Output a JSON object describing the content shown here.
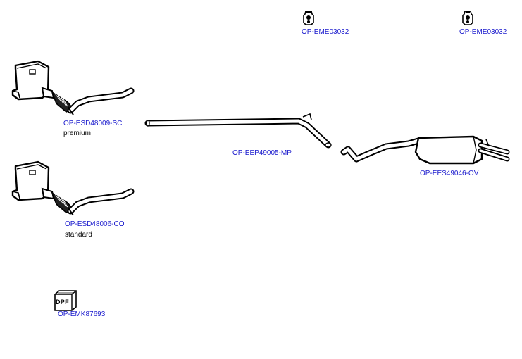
{
  "parts": {
    "hanger_1": {
      "code": "OP-EME03032"
    },
    "hanger_2": {
      "code": "OP-EME03032"
    },
    "dpf_premium": {
      "code": "OP-ESD48009-SC",
      "note": "premium"
    },
    "dpf_standard": {
      "code": "OP-ESD48006-CO",
      "note": "standard"
    },
    "center_pipe": {
      "code": "OP-EEP49005-MP"
    },
    "rear_silencer": {
      "code": "OP-EES49046-OV"
    },
    "mounting_kit": {
      "code": "OP-EMK87693",
      "box_label": "DPF"
    }
  }
}
